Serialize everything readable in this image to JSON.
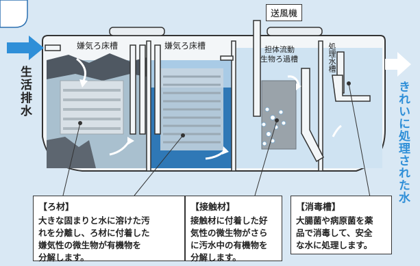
{
  "labels": {
    "tank1": "嫌気ろ床槽",
    "tank2": "嫌気ろ床槽",
    "tank3_line1": "担体流動",
    "tank3_line2": "生物ろ過槽",
    "tank4": "処理水槽",
    "blower": "送風機",
    "inlet": "生活排水",
    "outlet": "きれいに処理された水"
  },
  "callouts": [
    {
      "title": "【ろ材】",
      "body": "大きな固まりと水に溶けた汚\nれを分離し、ろ材に付着した\n嫌気性の微生物が有機物を\n分解します。"
    },
    {
      "title": "【接触材】",
      "body": "接触材に付着した好\n気性の微生物がさら\nに汚水中の有機物を\n分解します。"
    },
    {
      "title": "【消毒槽】",
      "body": "大腸菌や病原菌を薬\n品で消毒して、安全\nな水に処理します。"
    }
  ],
  "colors": {
    "background": "#d9e8f4",
    "water_light": "#a9cbe6",
    "water_deep": "#2f78b6",
    "sludge": "#5d6670",
    "arrow_in": "#2f8fd8",
    "arrow_out": "#ffffff",
    "outlet_text": "#2f8fd8"
  }
}
